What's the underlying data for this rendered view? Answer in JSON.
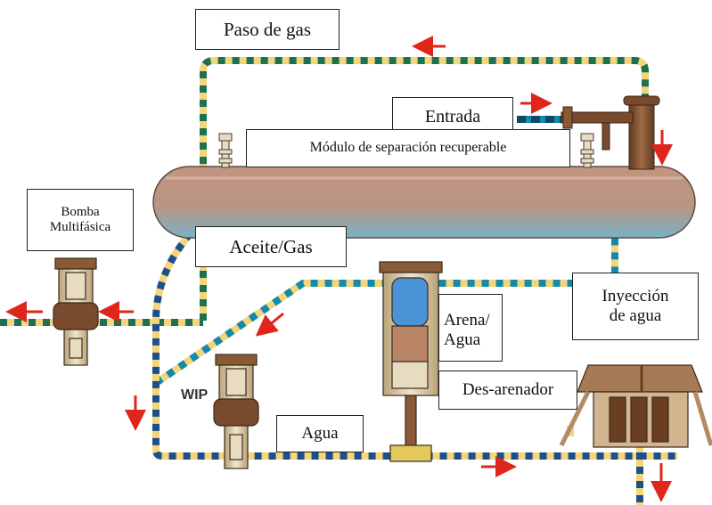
{
  "labels": {
    "gas_bypass": "Paso de gas",
    "inlet": "Entrada",
    "separation_module": "Módulo de separación recuperable",
    "multiphase_pump_line1": "Bomba",
    "multiphase_pump_line2": "Multifásica",
    "oil_gas": "Aceite/Gas",
    "sand_water_line1": "Arena/",
    "sand_water_line2": "Agua",
    "water_injection_line1": "Inyección",
    "water_injection_line2": "de agua",
    "desander": "Des-arenador",
    "water": "Agua",
    "wip": "WIP"
  },
  "colors": {
    "pipe_yellow": "#f3d67a",
    "pipe_green": "#1f6f52",
    "pipe_blue": "#1d4f8a",
    "pipe_teal": "#1789a8",
    "arrow_red": "#e0261b",
    "vessel_top": "#b98972",
    "vessel_bottom": "#7fb2c4",
    "equipment_brown": "#7a4a2e",
    "equipment_tan": "#d8c9a8"
  }
}
